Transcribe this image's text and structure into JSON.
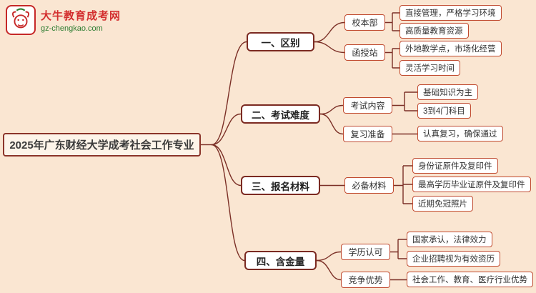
{
  "logo": {
    "site_name": "大牛教育成考网",
    "site_url": "gz-chengkao.com",
    "mark_icon": "bull-logo-icon"
  },
  "title": "2025年广东财经大学成考社会工作专业",
  "branches": [
    {
      "label": "一、区别",
      "children": [
        {
          "label": "校本部",
          "leaves": [
            "直接管理，严格学习环境",
            "高质量教育资源"
          ]
        },
        {
          "label": "函授站",
          "leaves": [
            "外地教学点，市场化经营",
            "灵活学习时间"
          ]
        }
      ]
    },
    {
      "label": "二、考试难度",
      "children": [
        {
          "label": "考试内容",
          "leaves": [
            "基础知识为主",
            "3到4门科目"
          ]
        },
        {
          "label": "复习准备",
          "leaves": [
            "认真复习，确保通过"
          ]
        }
      ]
    },
    {
      "label": "三、报名材料",
      "children": [
        {
          "label": "必备材料",
          "leaves": [
            "身份证原件及复印件",
            "最高学历毕业证原件及复印件",
            "近期免冠照片"
          ]
        }
      ]
    },
    {
      "label": "四、含金量",
      "children": [
        {
          "label": "学历认可",
          "leaves": [
            "国家承认，法律效力",
            "企业招聘视为有效资历"
          ]
        },
        {
          "label": "竞争优势",
          "leaves": [
            "社会工作、教育、医疗行业优势"
          ]
        }
      ]
    }
  ],
  "colors": {
    "background": "#FAE6D2",
    "connector_line": "#7B2F26",
    "main_node_border": "#7B2A22",
    "leaf_node_border": "#C04A2F",
    "brand_red": "#D32F2F",
    "brand_green": "#2E7D32"
  }
}
